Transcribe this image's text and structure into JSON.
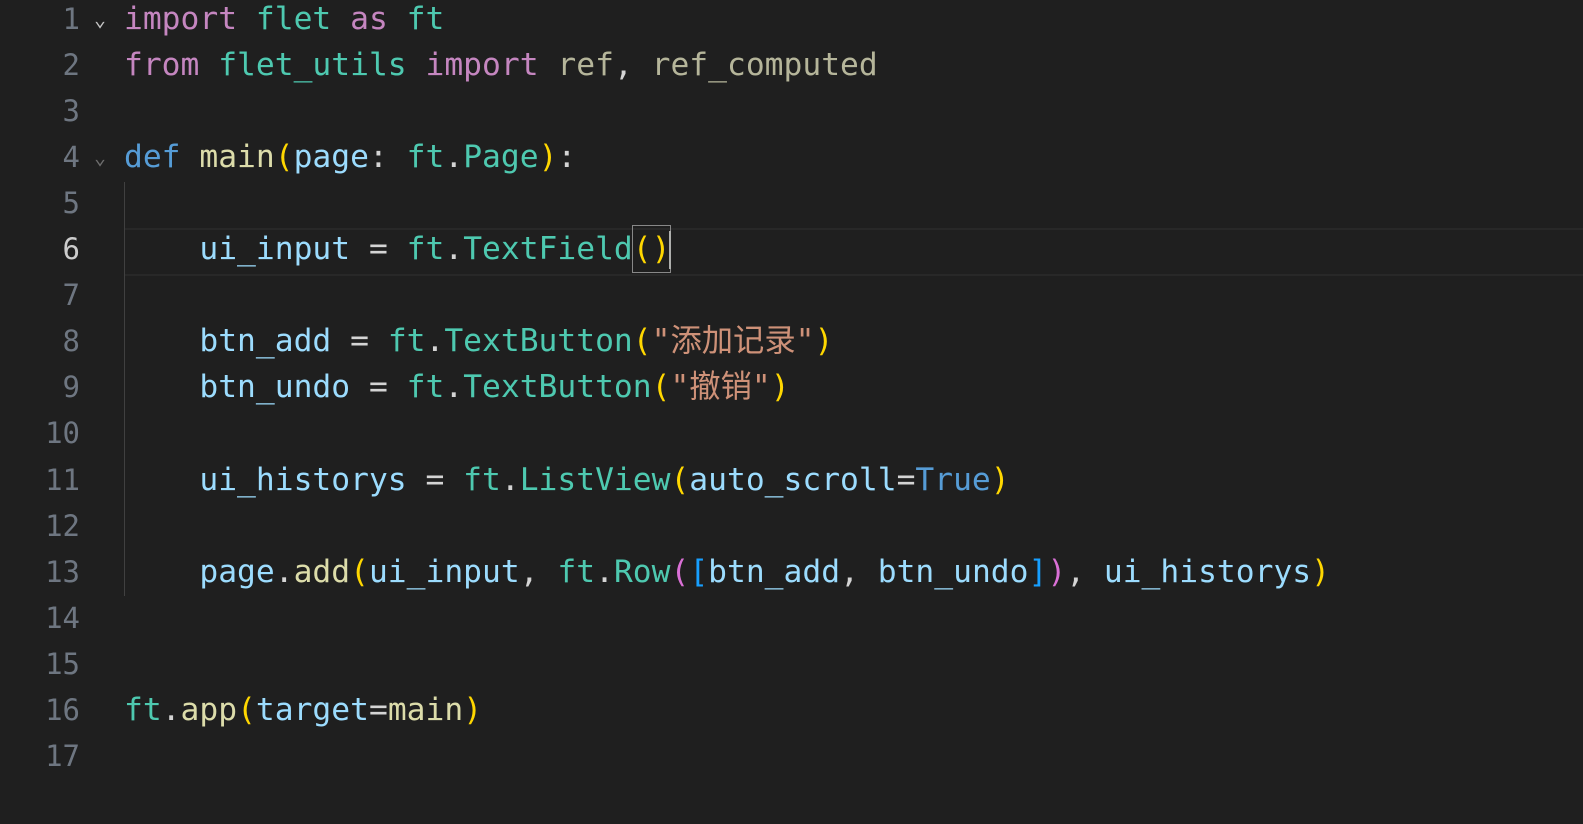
{
  "editor": {
    "active_line": 6,
    "line_numbers": [
      "1",
      "2",
      "3",
      "4",
      "5",
      "6",
      "7",
      "8",
      "9",
      "10",
      "11",
      "12",
      "13",
      "14",
      "15",
      "16",
      "17"
    ],
    "fold_icon": "chevron-down",
    "lines": {
      "l1": {
        "import": "import",
        "flet": "flet",
        "as": "as",
        "ft": "ft"
      },
      "l2": {
        "from": "from",
        "mod": "flet_utils",
        "import": "import",
        "n1": "ref",
        "comma": ", ",
        "n2": "ref_computed"
      },
      "l4": {
        "def": "def",
        "name": "main",
        "open": "(",
        "param": "page",
        "colon": ": ",
        "ft": "ft",
        "dot": ".",
        "type": "Page",
        "close": ")",
        "end": ":"
      },
      "l6": {
        "var": "ui_input",
        "eq": " = ",
        "ft": "ft",
        "dot": ".",
        "cls": "TextField",
        "open": "(",
        "close": ")"
      },
      "l8": {
        "var": "btn_add",
        "eq": " = ",
        "ft": "ft",
        "dot": ".",
        "cls": "TextButton",
        "open": "(",
        "str": "\"添加记录\"",
        "close": ")"
      },
      "l9": {
        "var": "btn_undo",
        "eq": " = ",
        "ft": "ft",
        "dot": ".",
        "cls": "TextButton",
        "open": "(",
        "str": "\"撤销\"",
        "close": ")"
      },
      "l11": {
        "var": "ui_historys",
        "eq": " = ",
        "ft": "ft",
        "dot": ".",
        "cls": "ListView",
        "open": "(",
        "kw": "auto_scroll",
        "assign": "=",
        "val": "True",
        "close": ")"
      },
      "l13": {
        "obj": "page",
        "dot": ".",
        "fn": "add",
        "open": "(",
        "a1": "ui_input",
        "c1": ", ",
        "ft": "ft",
        "dot2": ".",
        "cls": "Row",
        "open2": "(",
        "lb": "[",
        "a2": "btn_add",
        "c2": ", ",
        "a3": "btn_undo",
        "rb": "]",
        "close2": ")",
        "c3": ", ",
        "a4": "ui_historys",
        "close": ")"
      },
      "l16": {
        "ft": "ft",
        "dot": ".",
        "fn": "app",
        "open": "(",
        "kw": "target",
        "assign": "=",
        "val": "main",
        "close": ")"
      }
    }
  }
}
